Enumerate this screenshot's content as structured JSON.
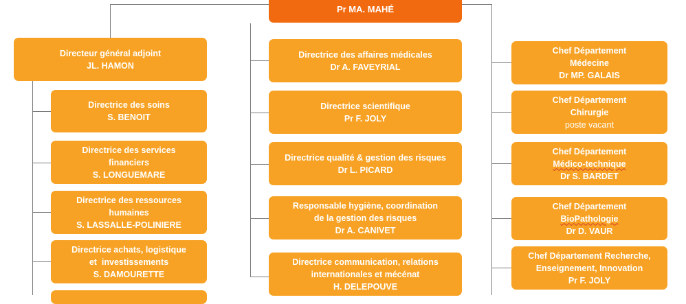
{
  "top": {
    "name": "Pr MA. MAHÉ"
  },
  "left": {
    "head": {
      "title": "Directeur général adjoint",
      "name": "JL. HAMON"
    },
    "children": [
      {
        "lines": [
          "Directrice des soins"
        ],
        "name": "S. BENOIT"
      },
      {
        "lines": [
          "Directrice des services",
          "financiers"
        ],
        "name": "S. LONGUEMARE"
      },
      {
        "lines": [
          "Directrice des ressources",
          "humaines"
        ],
        "name": "S. LASSALLE-POLINIERE"
      },
      {
        "lines": [
          "Directrice achats, logistique",
          "et  investissements"
        ],
        "name": "S. DAMOURETTE"
      }
    ]
  },
  "center": [
    {
      "lines": [
        "Directrice des affaires médicales"
      ],
      "name": "Dr A. FAVEYRIAL"
    },
    {
      "lines": [
        "Directrice scientifique"
      ],
      "name": "Pr F. JOLY"
    },
    {
      "lines": [
        "Directrice qualité & gestion des risques"
      ],
      "name": "Dr L. PICARD"
    },
    {
      "lines": [
        "Responsable hygiène, coordination",
        "de la gestion des risques"
      ],
      "name": "Dr A. CANIVET"
    },
    {
      "lines": [
        "Directrice communication, relations",
        "internationales et mécénat"
      ],
      "name": "H. DELEPOUVE"
    }
  ],
  "right": [
    {
      "lines": [
        "Chef Département",
        "Médecine"
      ],
      "name": "Dr MP. GALAIS"
    },
    {
      "lines": [
        "Chef Département",
        "Chirurgie"
      ],
      "name": "poste vacant"
    },
    {
      "lines": [
        "Chef Département",
        "Médico-technique"
      ],
      "name": "Dr S. BARDET"
    },
    {
      "lines": [
        "Chef Département",
        "BioPathologie"
      ],
      "name": "Dr D. VAUR"
    },
    {
      "lines": [
        "Chef Département Recherche,",
        "Enseignement, Innovation"
      ],
      "name": "Pr F. JOLY"
    }
  ],
  "colors": {
    "box": "#f7a224",
    "top": "#f26a0f",
    "line": "#7a7a7a"
  }
}
